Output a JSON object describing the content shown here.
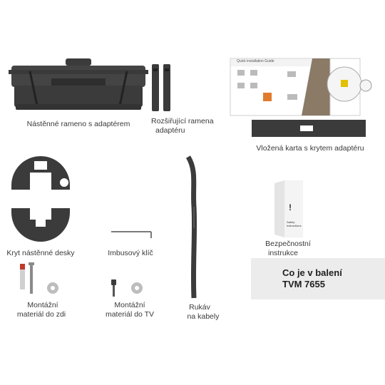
{
  "labels": {
    "wall_arm": "Nástěnné rameno s adaptérem",
    "ext_arms_1": "Rozšiřující ramena",
    "ext_arms_2": "adaptéru",
    "card": "Vložená karta s krytem adaptéru",
    "wall_cover": "Kryt nástěnné desky",
    "hex_key": "Imbusový klíč",
    "safety_1": "Bezpečnostní",
    "safety_2": "instrukce",
    "wall_hw_1": "Montážní",
    "wall_hw_2": "materiál do zdi",
    "tv_hw_1": "Montážní",
    "tv_hw_2": "materiál do TV",
    "sleeve_1": "Rukáv",
    "sleeve_2": "na kabely"
  },
  "card_print": {
    "header": "Quick installation Guide"
  },
  "booklet_print": {
    "line1": "Safety",
    "line2": "Instructions"
  },
  "banner": {
    "line1": "Co je v balení",
    "line2": "TVM 7655"
  },
  "colors": {
    "metal": "#3b3b3b",
    "metal_light": "#5a5a5a",
    "card_brown": "#8a7a66",
    "banner_bg": "#ececec",
    "anchor_red": "#c0392b"
  }
}
